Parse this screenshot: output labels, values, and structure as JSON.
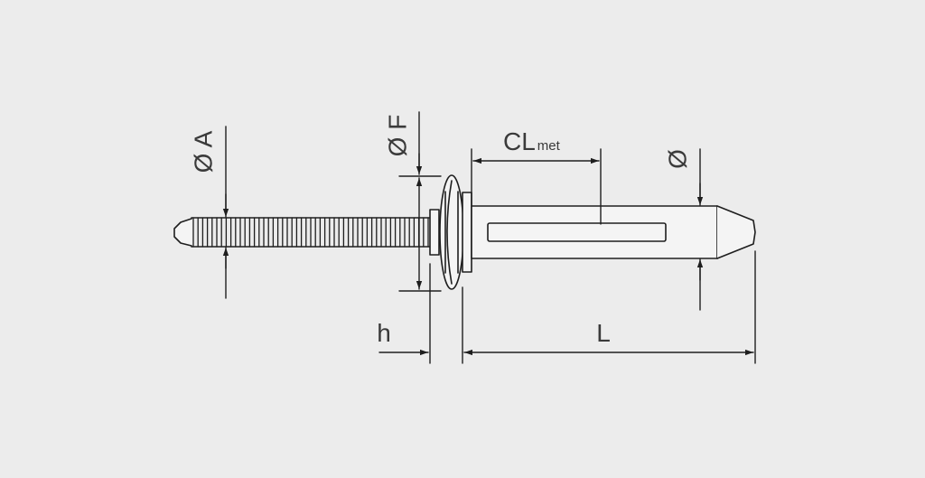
{
  "diagram": {
    "labels": {
      "head_diameter_label": "Ø F",
      "mandrel_diameter_label": "Ø A",
      "body_diameter_label": "Ø",
      "clamp_length_main": "CL",
      "clamp_length_sub": "met",
      "head_height_label": "h",
      "length_label": "L"
    }
  },
  "colors": {
    "background": "#ececec",
    "line": "#1e1e1e",
    "text": "#3a3a3a",
    "fill": "#f4f4f4"
  }
}
